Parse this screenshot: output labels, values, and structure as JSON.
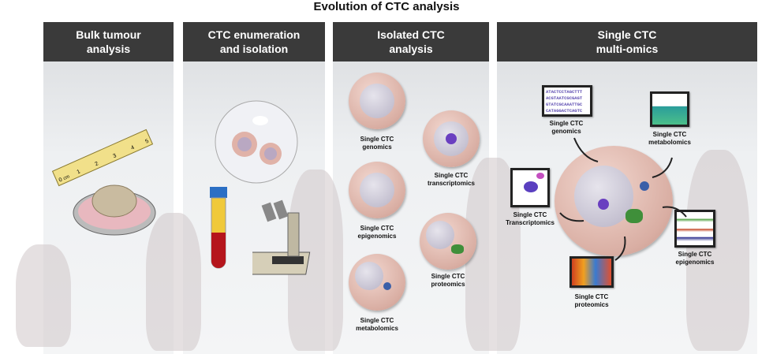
{
  "title": "Evolution of CTC analysis",
  "panels": [
    {
      "header": "Bulk tumour\nanalysis"
    },
    {
      "header": "CTC enumeration\nand isolation"
    },
    {
      "header": "Isolated CTC\nanalysis"
    },
    {
      "header": "Single CTC\nmulti-omics"
    }
  ],
  "ruler": {
    "unit": "cm",
    "ticks": [
      "0",
      "1",
      "2",
      "3",
      "4",
      "5"
    ]
  },
  "isolated": {
    "genomics": "Single CTC\ngenomics",
    "transcriptomics": "Single CTC\ntranscriptomics",
    "epigenomics": "Single CTC\nepigenomics",
    "proteomics": "Single CTC\nproteomics",
    "metabolomics": "Single CTC\nmetabolomics"
  },
  "multiomics": {
    "genomics": "Single CTC\ngenomics",
    "metabolomics": "Single CTC\nmetabolomics",
    "transcriptomics": "Single CTC\nTranscriptomics",
    "epigenomics": "Single CTC\nepigenomics",
    "proteomics": "Single CTC\nproteomics",
    "sequence": [
      "ATACTCCTAGCTTT",
      "ACGTAATCGCGAGT",
      "GTATCGCAAATTGC",
      "CATAGGACTCAGTC"
    ]
  },
  "colors": {
    "header": "#3a3a3a",
    "cell": "#d9aea3",
    "nucleus": "#b8b3c6",
    "sequence": "#5b4ab0"
  }
}
